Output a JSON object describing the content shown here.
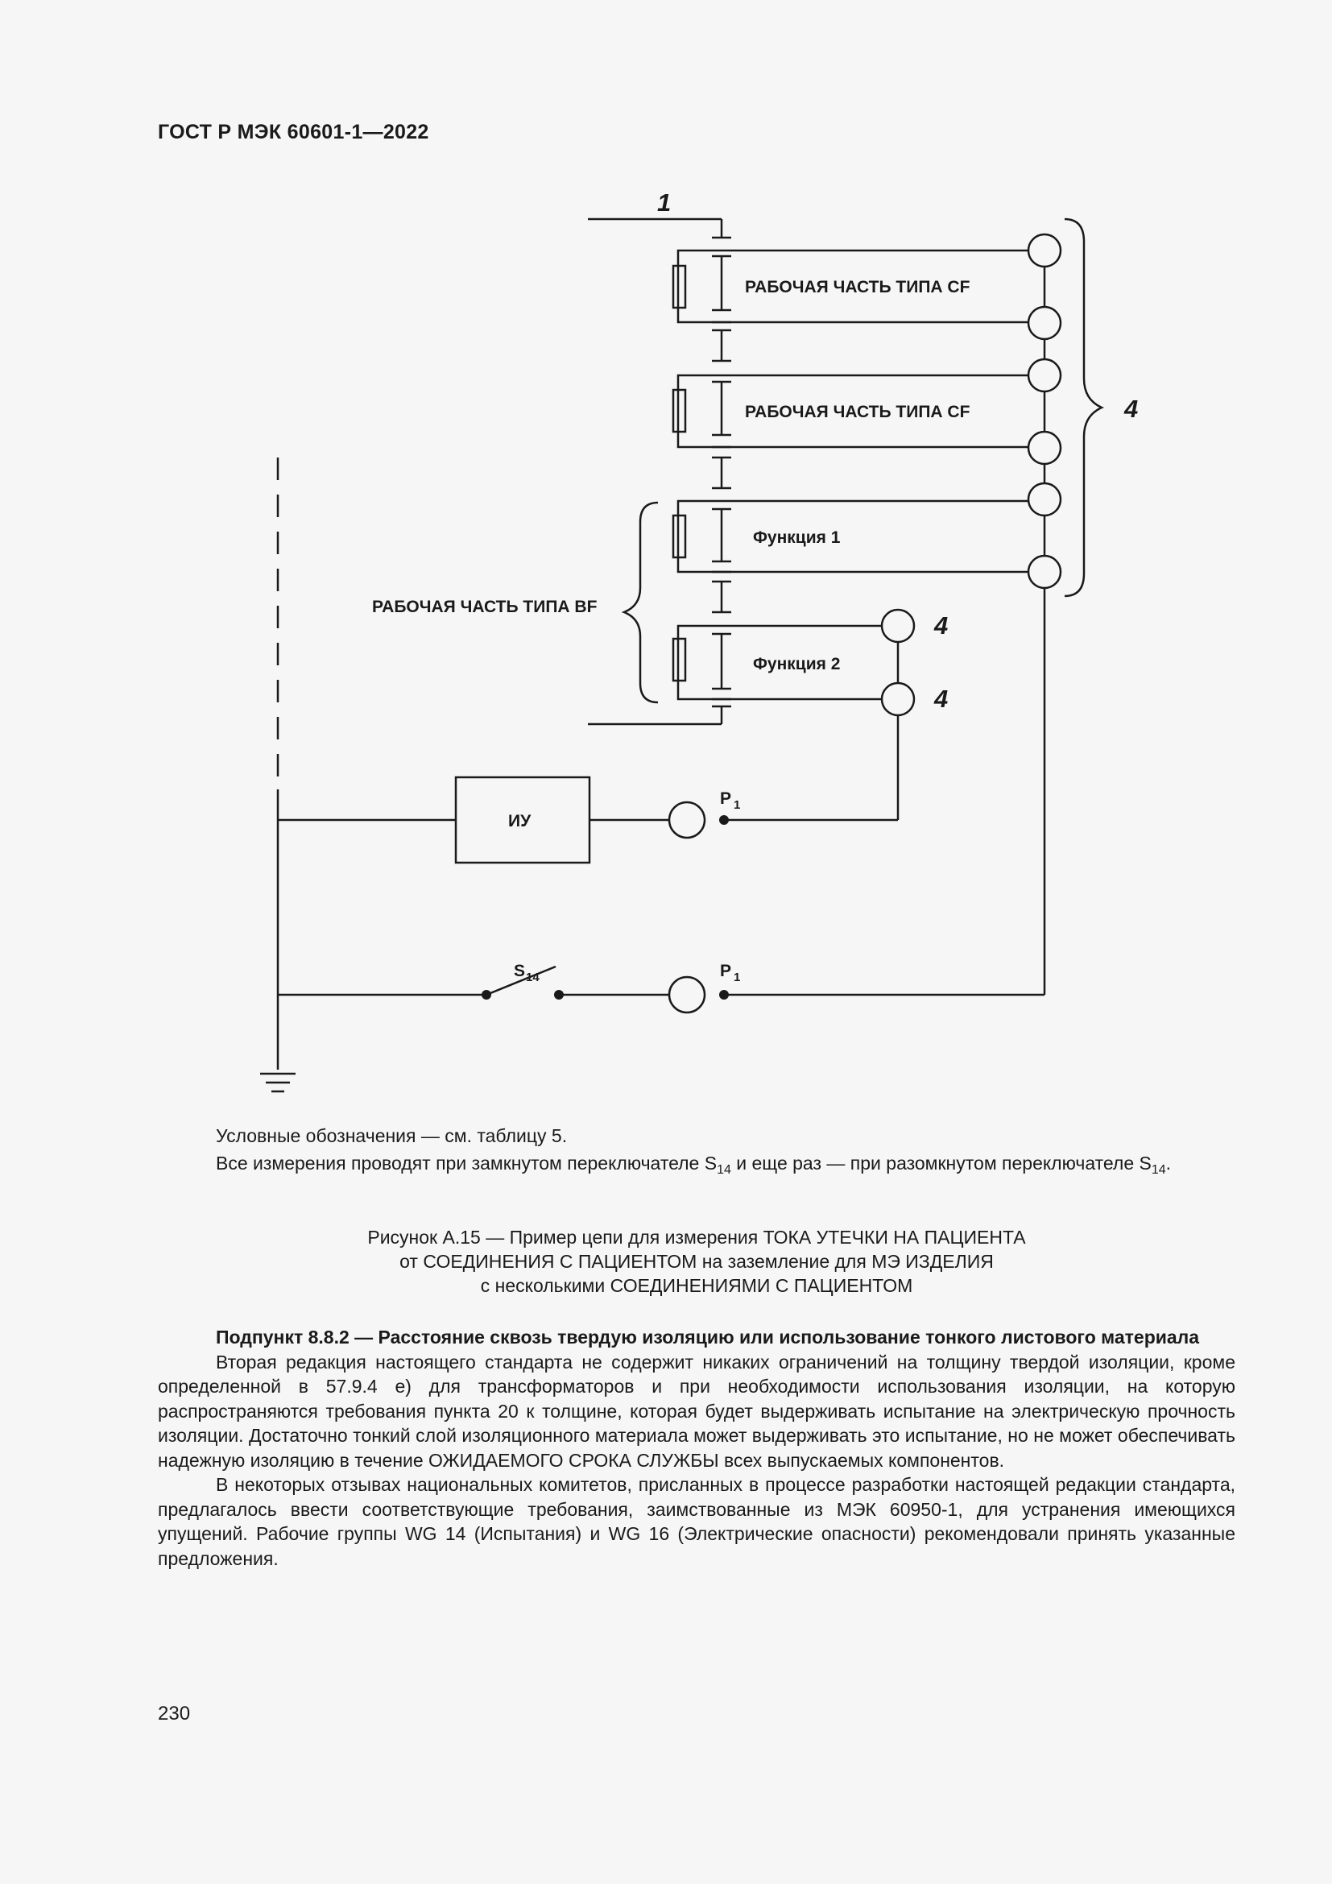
{
  "header": {
    "title": "ГОСТ Р МЭК 60601-1—2022"
  },
  "figure": {
    "marker_1": "1",
    "marker_4": "4",
    "applied_part_cf_1": "РАБОЧАЯ ЧАСТЬ ТИПА CF",
    "applied_part_cf_2": "РАБОЧАЯ ЧАСТЬ ТИПА CF",
    "function_1": "Функция 1",
    "function_2": "Функция 2",
    "applied_part_bf": "РАБОЧАЯ ЧАСТЬ ТИПА BF",
    "measuring_device": "ИУ",
    "p_letter": "P",
    "p_sub": "1",
    "s_letter": "S",
    "s_sub": "14"
  },
  "notes": {
    "legend": "Условные обозначения — см. таблицу 5.",
    "measure_a": "Все измерения проводят при замкнутом переключателе S",
    "measure_sub1": "14",
    "measure_b": " и еще раз — при разомкнутом переключателе S",
    "measure_sub2": "14",
    "measure_c": "."
  },
  "caption": {
    "line1": "Рисунок А.15 — Пример цепи для измерения ТОКА УТЕЧКИ НА ПАЦИЕНТА",
    "line2": "от СОЕДИНЕНИЯ С ПАЦИЕНТОМ на заземление для МЭ ИЗДЕЛИЯ",
    "line3": "с несколькими СОЕДИНЕНИЯМИ С ПАЦИЕНТОМ"
  },
  "section": {
    "heading": "Подпункт 8.8.2 — Расстояние сквозь твердую изоляцию или использование тонкого листового материала",
    "para1": "Вторая редакция настоящего стандарта не содержит никаких ограничений на толщину твердой изоляции, кроме определенной в 57.9.4 е) для трансформаторов и при необходимости использования изоляции, на которую распространяются требования пункта 20 к толщине, которая будет выдерживать испытание на электрическую прочность изоляции. Достаточно тонкий слой изоляционного материала может выдерживать это испытание, но не может обеспечивать надежную изоляцию в течение ОЖИДАЕМОГО СРОКА СЛУЖБЫ всех выпускаемых компонентов.",
    "para2": "В некоторых отзывах национальных комитетов, присланных в процессе разработки настоящей редакции стандарта, предлагалось ввести соответствующие требования, заимствованные из МЭК 60950-1, для устранения имеющихся упущений. Рабочие группы WG 14 (Испытания) и WG 16 (Электрические опасности) рекомендовали принять указанные предложения."
  },
  "footer": {
    "page_number": "230"
  }
}
